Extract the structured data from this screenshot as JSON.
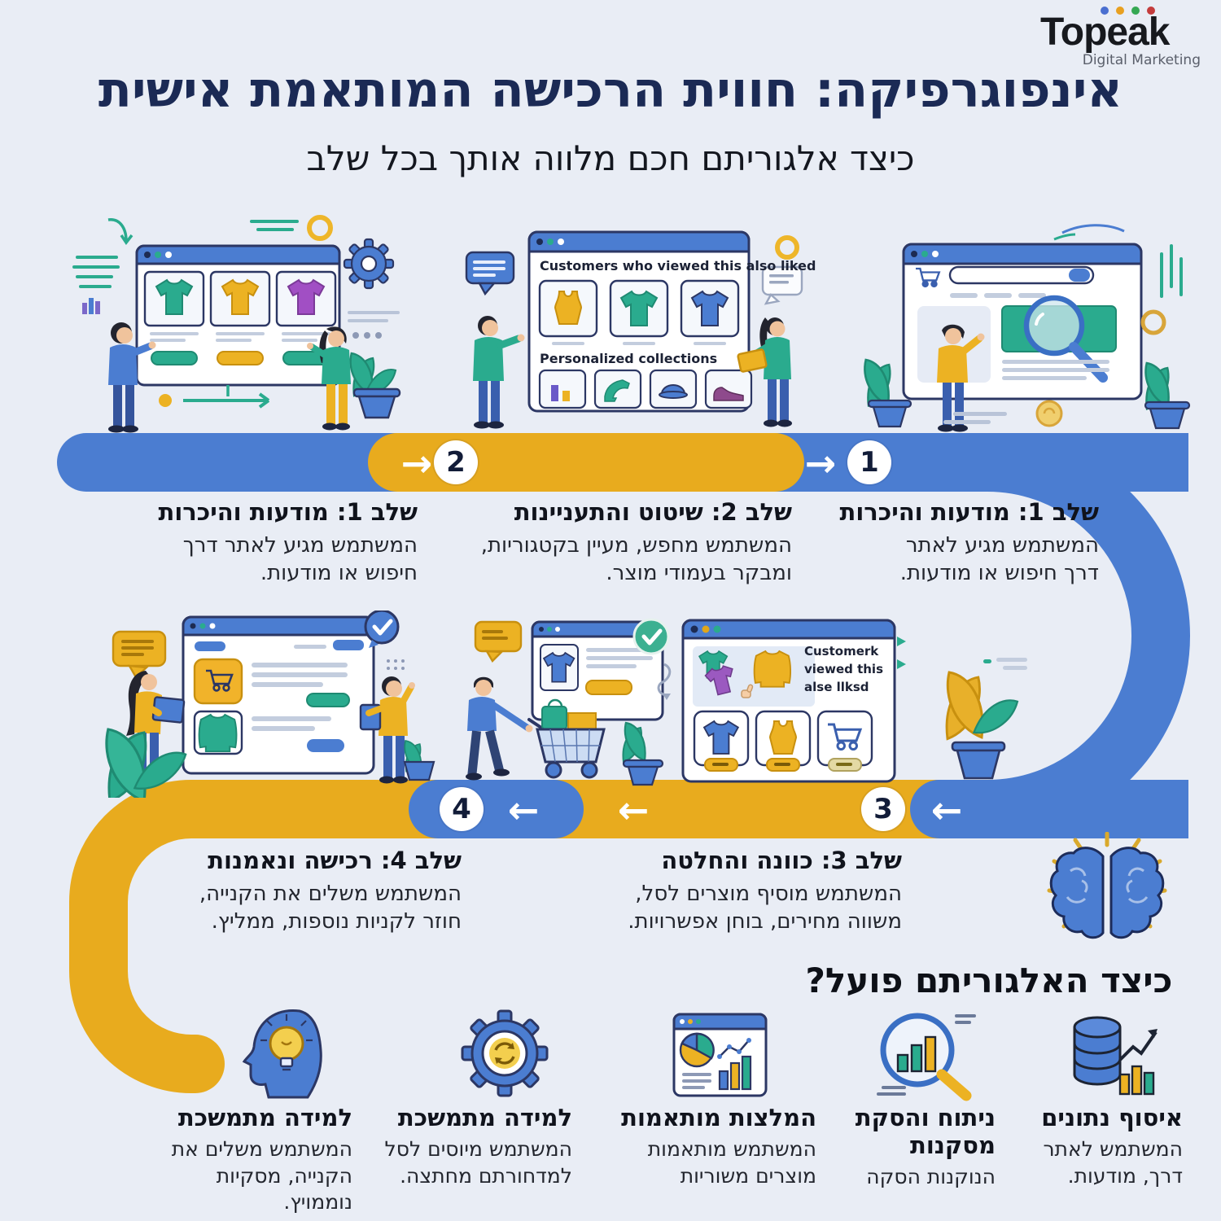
{
  "logo": {
    "name": "Topeak",
    "tagline": "Digital Marketing",
    "dot_colors": [
      "#4a6fd0",
      "#e8a020",
      "#35a853",
      "#c43c3c"
    ]
  },
  "header": {
    "title": "אינפוגרפיקה: חווית הרכישה המותאמת אישית",
    "subtitle": "כיצד אלגוריתם חכם מלווה אותך בכל שלב"
  },
  "colors": {
    "band_blue": "#4b7dd1",
    "band_yellow": "#e8ab1e",
    "title_navy": "#1b2a55",
    "teal": "#2aab8e",
    "background": "#e9edf5"
  },
  "timeline": {
    "row1": {
      "arrow_a": "→",
      "num_a": "2",
      "arrow_b": "→",
      "num_b": "1"
    },
    "row2": {
      "num_a": "4",
      "arrow_a": "←",
      "arrow_b": "←",
      "num_b": "3",
      "arrow_c": "←"
    }
  },
  "steps": {
    "s1_left": {
      "title": "שלב 1: מודעות והיכרות",
      "body": "המשתמש מגיע לאתר דרך\nחיפוש או מודעות."
    },
    "s2": {
      "title": "שלב 2:  שיטוט והתעניינות",
      "body": "המשתמש מחפש, מעיין בקטגוריות,\nומבקר בעמודי מוצר."
    },
    "s1_right": {
      "title": "שלב 1: מודעות והיכרות",
      "body": "המשתמש מגיע לאתר\nדרך חיפוש או מודעות."
    },
    "s4": {
      "title": "שלב 4: רכישה ונאמנות",
      "body": "המשתמש משלים את הקנייה,\nחוזר לקניות נוספות, ממליץ."
    },
    "s3": {
      "title": "שלב 3: כוונה והחלטה",
      "body": "המשתמש מוסיף מוצרים לסל,\nמשווה מחירים, בוחן אפשרויות."
    }
  },
  "scene_texts": {
    "viewed_heading": "Customers who viewed this also liked",
    "collections_heading": "Personalized collections",
    "compare_note": "Customerk\nviewed this\nalse llksd"
  },
  "algorithm": {
    "heading": "כיצד האלגוריתם פועל?",
    "features": [
      {
        "icon": "database-icon",
        "title": "איסוף נתונים",
        "body": "המשתמש לאתר\nדרך, מודעות."
      },
      {
        "icon": "analysis-magnifier-icon",
        "title": "ניתוח והסקת\nמסקנות",
        "body": "הנוקנות הסקה"
      },
      {
        "icon": "dashboard-icon",
        "title": "המלצות מותאמות",
        "body": "המשתמש מותאמות\nמוצרים משוריות"
      },
      {
        "icon": "gear-refresh-icon",
        "title": "למידה מתמשכת",
        "body": "המשתמש מיוסים לסל\nלמדחורתם מחתצה."
      },
      {
        "icon": "head-bulb-icon",
        "title": "למידה מתמשכת",
        "body": "המשתמש משלים את\nהקנייה, מסקיות נוממויץ."
      }
    ]
  }
}
